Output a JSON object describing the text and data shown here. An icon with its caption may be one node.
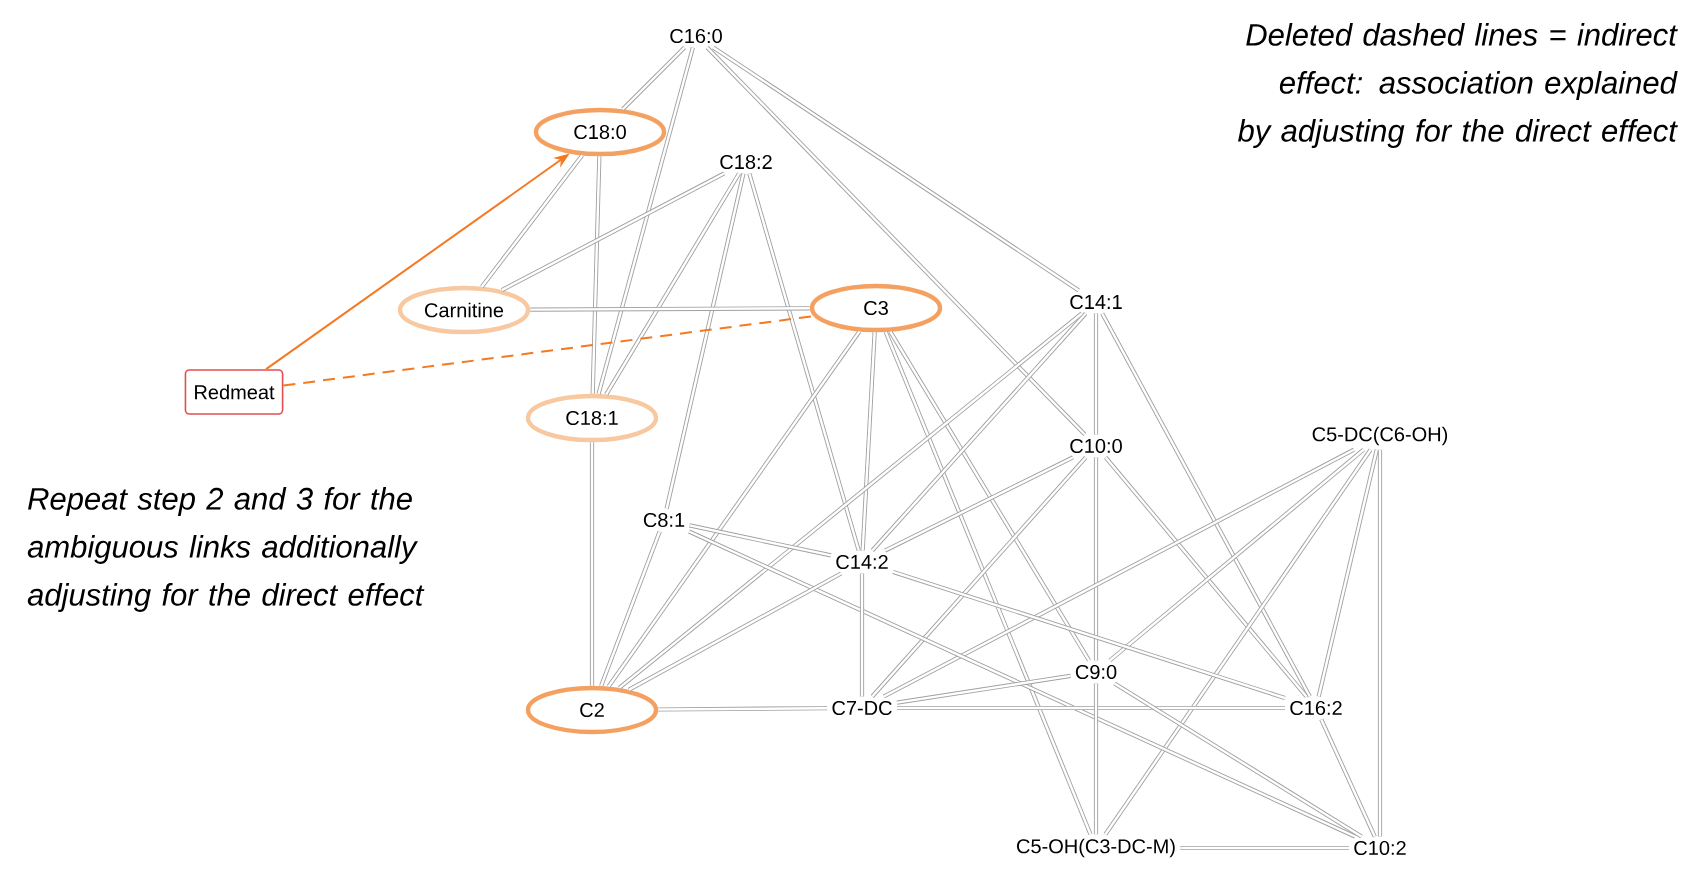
{
  "diagram": {
    "nodes": [
      {
        "text": [
          "C16:0"
        ]
      },
      {
        "text": [
          "C18:0"
        ]
      },
      {
        "text": [
          "C18:2"
        ]
      },
      {
        "text": [
          "Carnitine"
        ]
      },
      {
        "text": [
          "C3"
        ]
      },
      {
        "text": [
          "Redmeat"
        ]
      },
      {
        "text": [
          "C18:1"
        ]
      },
      {
        "text": [
          "C14:1"
        ]
      },
      {
        "text": [
          "C10:0"
        ]
      },
      {
        "text": [
          "C5-DC(C6-OH)"
        ]
      },
      {
        "text": [
          "C8:1"
        ]
      },
      {
        "text": [
          "C14:2"
        ]
      },
      {
        "text": [
          "C2"
        ]
      },
      {
        "text": [
          "C7-DC"
        ]
      },
      {
        "text": [
          "C9:0"
        ]
      },
      {
        "text": [
          "C16:2"
        ]
      },
      {
        "text": [
          "C5-OH(C3-DC-M)"
        ]
      },
      {
        "text": [
          "C10:2"
        ]
      }
    ],
    "edges": [
      {
        "from": 0,
        "to": 1,
        "arrow": "none"
      },
      {
        "from": 0,
        "to": 6,
        "arrow": "none"
      },
      {
        "from": 0,
        "to": 8,
        "arrow": "none"
      },
      {
        "from": 0,
        "to": 7,
        "arrow": "none"
      },
      {
        "from": 1,
        "to": 3,
        "arrow": "none"
      },
      {
        "from": 1,
        "to": 6,
        "arrow": "none"
      },
      {
        "from": 2,
        "to": 3,
        "arrow": "none"
      },
      {
        "from": 2,
        "to": 6,
        "arrow": "none"
      },
      {
        "from": 2,
        "to": 10,
        "arrow": "none"
      },
      {
        "from": 2,
        "to": 11,
        "arrow": "none"
      },
      {
        "from": 3,
        "to": 4,
        "arrow": "none"
      },
      {
        "from": 5,
        "to": 1,
        "arrow": "to",
        "color": "#f47920"
      },
      {
        "from": 5,
        "to": 4,
        "arrow": "none",
        "style": "dashed",
        "color": "#f47920"
      },
      {
        "from": 4,
        "to": 12,
        "arrow": "none"
      },
      {
        "from": 4,
        "to": 11,
        "arrow": "none"
      },
      {
        "from": 4,
        "to": 14,
        "arrow": "none"
      },
      {
        "from": 4,
        "to": 16,
        "arrow": "none"
      },
      {
        "from": 7,
        "to": 8,
        "arrow": "none"
      },
      {
        "from": 7,
        "to": 15,
        "arrow": "none"
      },
      {
        "from": 7,
        "to": 11,
        "arrow": "none"
      },
      {
        "from": 7,
        "to": 12,
        "arrow": "none"
      },
      {
        "from": 8,
        "to": 11,
        "arrow": "none"
      },
      {
        "from": 8,
        "to": 13,
        "arrow": "none"
      },
      {
        "from": 8,
        "to": 14,
        "arrow": "none"
      },
      {
        "from": 8,
        "to": 15,
        "arrow": "none"
      },
      {
        "from": 9,
        "to": 13,
        "arrow": "none"
      },
      {
        "from": 9,
        "to": 14,
        "arrow": "none"
      },
      {
        "from": 9,
        "to": 16,
        "arrow": "none"
      },
      {
        "from": 9,
        "to": 15,
        "arrow": "none"
      },
      {
        "from": 9,
        "to": 17,
        "arrow": "none"
      },
      {
        "from": 10,
        "to": 12,
        "arrow": "none"
      },
      {
        "from": 10,
        "to": 11,
        "arrow": "none"
      },
      {
        "from": 10,
        "to": 17,
        "arrow": "none"
      },
      {
        "from": 11,
        "to": 13,
        "arrow": "none"
      },
      {
        "from": 11,
        "to": 15,
        "arrow": "none"
      },
      {
        "from": 12,
        "to": 6,
        "arrow": "none"
      },
      {
        "from": 12,
        "to": 13,
        "arrow": "none"
      },
      {
        "from": 12,
        "to": 11,
        "arrow": "none"
      },
      {
        "from": 13,
        "to": 14,
        "arrow": "none"
      },
      {
        "from": 13,
        "to": 15,
        "arrow": "none"
      },
      {
        "from": 14,
        "to": 16,
        "arrow": "none"
      },
      {
        "from": 14,
        "to": 17,
        "arrow": "none"
      },
      {
        "from": 15,
        "to": 17,
        "arrow": "none"
      },
      {
        "from": 16,
        "to": 17,
        "arrow": "none"
      }
    ],
    "labels": [
      "Deleted dashed lines = indirect effect: association explained by adjusting for the direct effect",
      "Repeat step 2 and 3 for the ambiguous links additionally adjusting for the direct effect"
    ]
  }
}
